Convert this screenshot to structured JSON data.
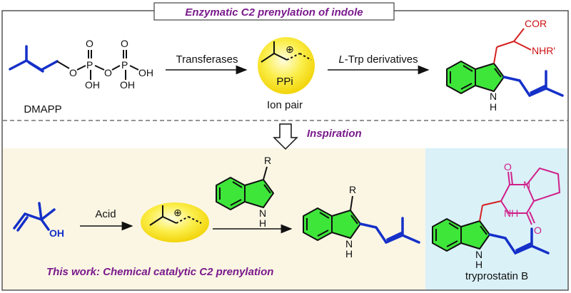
{
  "header": {
    "title": "Enzymatic C2 prenylation of indole"
  },
  "top": {
    "dmapp_label": "DMAPP",
    "arrow1_label": "Transferases",
    "ion_pair_label": "Ion pair",
    "ppi": "PPi",
    "charge": "⊕",
    "arrow2_prefix": "L",
    "arrow2_suffix": "-Trp derivatives",
    "atoms": {
      "O": "O",
      "P": "P",
      "OH": "OH",
      "H": "H",
      "COR": "COR",
      "NHR": "NHR'",
      "N": "N"
    }
  },
  "middle": {
    "inspiration": "Inspiration"
  },
  "bottom": {
    "arrow_label": "Acid",
    "this_work": "This work: Chemical catalytic C2 prenylation",
    "tryprostatin": "tryprostatin B",
    "atoms": {
      "R": "R",
      "N": "N",
      "H": "H",
      "OH": "OH",
      "NH": "NH",
      "O": "O"
    }
  },
  "colors": {
    "accent_purple": "#7a1a8c",
    "prenyl_blue": "#1530c8",
    "indole_green": "#3ee63a",
    "carbocation_yellow": "#f8e81a",
    "side_red": "#d42020",
    "bottom_left_bg": "#fbf6e4",
    "bottom_right_bg": "#daf1f8"
  }
}
